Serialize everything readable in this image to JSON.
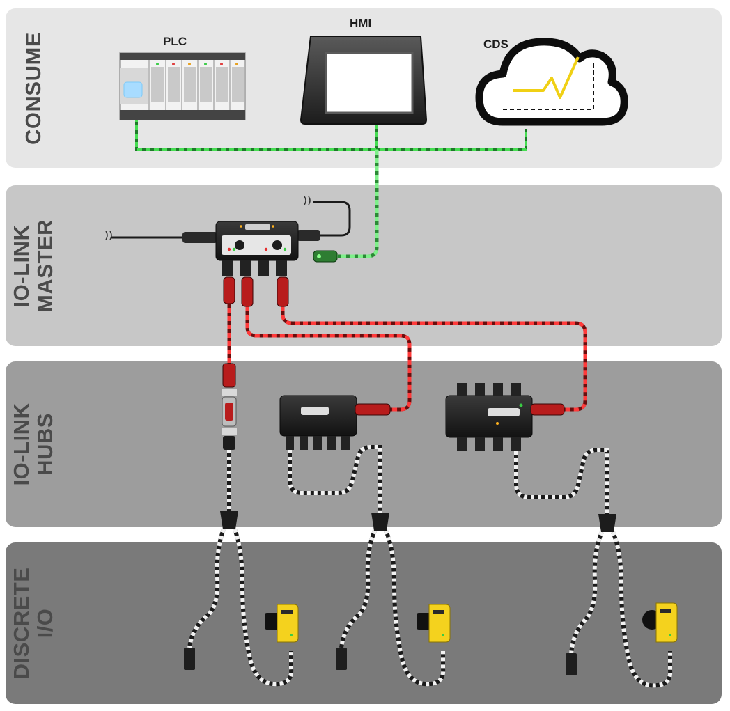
{
  "tiers": {
    "consume": "CONSUME",
    "iolink_master": [
      "IO-LINK",
      "MASTER"
    ],
    "iolink_hubs": [
      "IO-LINK",
      "HUBS"
    ],
    "discrete_io": [
      "DISCRETE",
      "I/O"
    ]
  },
  "devices": {
    "plc": "PLC",
    "hmi": "HMI",
    "cds": "CDS"
  },
  "colors": {
    "ethernet_cable": "#3ed34a",
    "iolink_cable": "#e8282b",
    "discrete_cable": "#f2f2f2",
    "sensor_body": "#f4d21e",
    "band_consume": "#e6e6e6",
    "band_master": "#c7c7c7",
    "band_hubs": "#9d9d9d",
    "band_discrete": "#7a7a7a"
  }
}
